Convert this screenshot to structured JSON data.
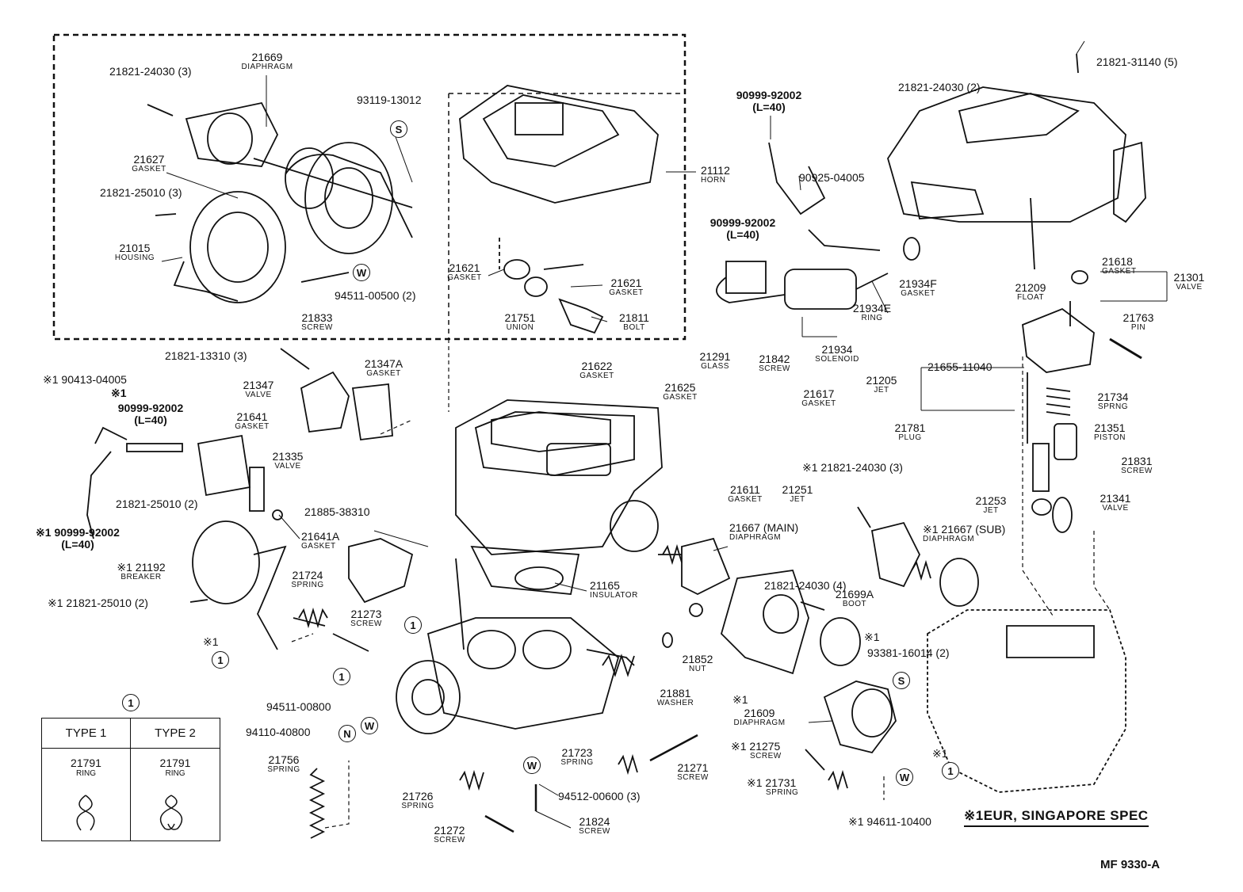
{
  "parts": [
    {
      "id": "p1",
      "num": "21821-24030 (3)",
      "name": ""
    },
    {
      "id": "p2",
      "num": "21669",
      "name": "DIAPHRAGM"
    },
    {
      "id": "p3",
      "num": "21627",
      "name": "GASKET"
    },
    {
      "id": "p4",
      "num": "21821-25010 (3)",
      "name": ""
    },
    {
      "id": "p5",
      "num": "21015",
      "name": "HOUSING"
    },
    {
      "id": "p6",
      "num": "21833",
      "name": "SCREW"
    },
    {
      "id": "p7",
      "num": "94511-00500 (2)",
      "name": ""
    },
    {
      "id": "p8",
      "num": "93119-13012",
      "name": ""
    },
    {
      "id": "p9",
      "num": "21112",
      "name": "HORN"
    },
    {
      "id": "p10",
      "num": "21621",
      "name": "GASKET"
    },
    {
      "id": "p11",
      "num": "21621",
      "name": "GASKET"
    },
    {
      "id": "p12",
      "num": "21751",
      "name": "UNION"
    },
    {
      "id": "p13",
      "num": "21811",
      "name": "BOLT"
    },
    {
      "id": "p14",
      "num": "90999-92002",
      "name": "(L=40)"
    },
    {
      "id": "p15",
      "num": "90925-04005",
      "name": ""
    },
    {
      "id": "p16",
      "num": "90999-92002",
      "name": "(L=40)"
    },
    {
      "id": "p17",
      "num": "21821-24030 (2)",
      "name": ""
    },
    {
      "id": "p18",
      "num": "21821-31140 (5)",
      "name": ""
    },
    {
      "id": "p19",
      "num": "21934F",
      "name": "GASKET"
    },
    {
      "id": "p20",
      "num": "21934E",
      "name": "RING"
    },
    {
      "id": "p21",
      "num": "21934",
      "name": "SOLENOID"
    },
    {
      "id": "p22",
      "num": "21618",
      "name": "GASKET"
    },
    {
      "id": "p23",
      "num": "21301",
      "name": "VALVE"
    },
    {
      "id": "p24",
      "num": "21209",
      "name": "FLOAT"
    },
    {
      "id": "p25",
      "num": "21763",
      "name": "PIN"
    },
    {
      "id": "p26",
      "num": "21821-13310 (3)",
      "name": ""
    },
    {
      "id": "p27",
      "num": "21347",
      "name": "VALVE"
    },
    {
      "id": "p28",
      "num": "21347A",
      "name": "GASKET"
    },
    {
      "id": "p29",
      "num": "※1 90413-04005",
      "name": ""
    },
    {
      "id": "p30",
      "num": "※1",
      "name": ""
    },
    {
      "id": "p31",
      "num": "90999-92002",
      "name": "(L=40)"
    },
    {
      "id": "p32",
      "num": "21641",
      "name": "GASKET"
    },
    {
      "id": "p33",
      "num": "21335",
      "name": "VALVE"
    },
    {
      "id": "p34",
      "num": "21821-25010 (2)",
      "name": ""
    },
    {
      "id": "p35",
      "num": "※1 90999-92002",
      "name": "(L=40)"
    },
    {
      "id": "p36",
      "num": "21641A",
      "name": "GASKET"
    },
    {
      "id": "p37",
      "num": "21885-38310",
      "name": ""
    },
    {
      "id": "p38",
      "num": "21622",
      "name": "GASKET"
    },
    {
      "id": "p39",
      "num": "21625",
      "name": "GASKET"
    },
    {
      "id": "p40",
      "num": "21291",
      "name": "GLASS"
    },
    {
      "id": "p41",
      "num": "21842",
      "name": "SCREW"
    },
    {
      "id": "p42",
      "num": "21617",
      "name": "GASKET"
    },
    {
      "id": "p43",
      "num": "21781",
      "name": "PLUG"
    },
    {
      "id": "p44",
      "num": "21205",
      "name": "JET"
    },
    {
      "id": "p45",
      "num": "21655-11040",
      "name": ""
    },
    {
      "id": "p46",
      "num": "21734",
      "name": "SPRNG"
    },
    {
      "id": "p47",
      "num": "21351",
      "name": "PISTON"
    },
    {
      "id": "p48",
      "num": "21831",
      "name": "SCREW"
    },
    {
      "id": "p49",
      "num": "21611",
      "name": "GASKET"
    },
    {
      "id": "p50",
      "num": "21251",
      "name": "JET"
    },
    {
      "id": "p51",
      "num": "※1 21821-24030 (3)",
      "name": ""
    },
    {
      "id": "p52",
      "num": "21253",
      "name": "JET"
    },
    {
      "id": "p53",
      "num": "21341",
      "name": "VALVE"
    },
    {
      "id": "p54",
      "num": "※1 21192",
      "name": "BREAKER"
    },
    {
      "id": "p55",
      "num": "※1 21821-25010 (2)",
      "name": ""
    },
    {
      "id": "p56",
      "num": "21724",
      "name": "SPRING"
    },
    {
      "id": "p57",
      "num": "21273",
      "name": "SCREW"
    },
    {
      "id": "p58",
      "num": "21165",
      "name": "INSULATOR"
    },
    {
      "id": "p59",
      "num": "21667 (MAIN)",
      "name": "DIAPHRAGM"
    },
    {
      "id": "p60",
      "num": "※1 21667 (SUB)",
      "name": "DIAPHRAGM"
    },
    {
      "id": "p61",
      "num": "21821-24030 (4)",
      "name": ""
    },
    {
      "id": "p62",
      "num": "21699A",
      "name": "BOOT"
    },
    {
      "id": "p63",
      "num": "※1",
      "name": ""
    },
    {
      "id": "p64",
      "num": "93381-16014 (2)",
      "name": ""
    },
    {
      "id": "p65",
      "num": "21852",
      "name": "NUT"
    },
    {
      "id": "p66",
      "num": "21881",
      "name": "WASHER"
    },
    {
      "id": "p67",
      "num": "94511-00800",
      "name": ""
    },
    {
      "id": "p68",
      "num": "94110-40800",
      "name": ""
    },
    {
      "id": "p69",
      "num": "21756",
      "name": "SPRING"
    },
    {
      "id": "p70",
      "num": "21723",
      "name": "SPRING"
    },
    {
      "id": "p71",
      "num": "21271",
      "name": "SCREW"
    },
    {
      "id": "p72",
      "num": "94512-00600 (3)",
      "name": ""
    },
    {
      "id": "p73",
      "num": "21726",
      "name": "SPRING"
    },
    {
      "id": "p74",
      "num": "21272",
      "name": "SCREW"
    },
    {
      "id": "p75",
      "num": "21824",
      "name": "SCREW"
    },
    {
      "id": "p76",
      "num": "※1",
      "name": ""
    },
    {
      "id": "p77",
      "num": "21609",
      "name": "DIAPHRAGM"
    },
    {
      "id": "p78",
      "num": "※1 21275",
      "name": "SCREW"
    },
    {
      "id": "p79",
      "num": "※1 21731",
      "name": "SPRING"
    },
    {
      "id": "p80",
      "num": "※1 94611-10400",
      "name": ""
    },
    {
      "id": "p81",
      "num": "※1",
      "name": ""
    },
    {
      "id": "p82",
      "num": "※1",
      "name": ""
    }
  ],
  "callout_symbols": {
    "s": "S",
    "w": "W",
    "n": "N",
    "one": "1"
  },
  "type_table": {
    "heading_symbol": "1",
    "col1_header": "TYPE 1",
    "col2_header": "TYPE 2",
    "col1_part": "21791",
    "col1_name": "RING",
    "col2_part": "21791",
    "col2_name": "RING"
  },
  "spec_note": "※1EUR, SINGAPORE SPEC",
  "figure_code": "MF  9330-A"
}
